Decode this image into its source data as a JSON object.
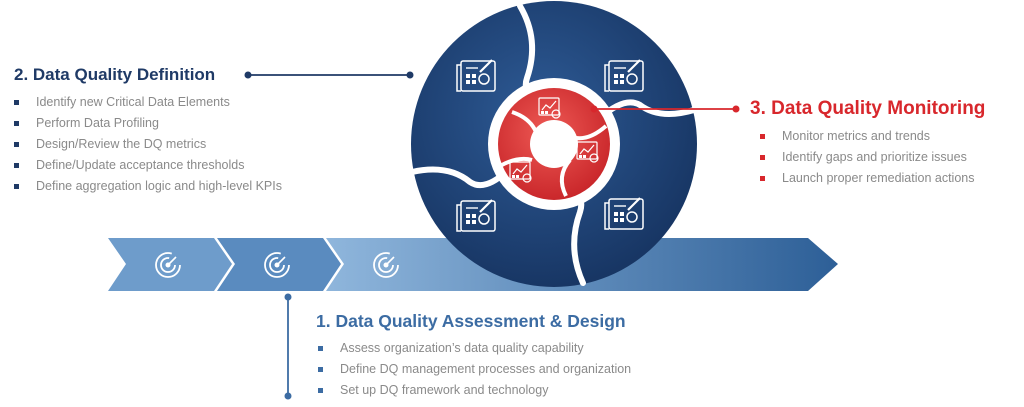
{
  "stages": {
    "definition": {
      "title": "2. Data Quality Definition",
      "items": [
        "Identify new Critical Data Elements",
        "Perform Data Profiling",
        "Design/Review the DQ metrics",
        "Define/Update acceptance thresholds",
        "Define aggregation logic and high-level KPIs"
      ]
    },
    "monitoring": {
      "title": "3. Data Quality Monitoring",
      "items": [
        "Monitor metrics and trends",
        "Identify gaps and prioritize issues",
        "Launch proper remediation actions"
      ]
    },
    "assessment": {
      "title": "1. Data Quality Assessment & Design",
      "items": [
        "Assess organization’s data quality capability",
        "Define DQ management processes and organization",
        "Set up DQ framework and technology"
      ]
    }
  },
  "colors": {
    "navy": "#1f3a66",
    "red": "#d8272c",
    "blue": "#3c6ca3",
    "light_blue": "#6e9ccb"
  },
  "icons": {
    "outer_segments": "blueprint-icon",
    "inner_segments": "report-chart-icon",
    "arrow_chevrons": "radar-target-icon"
  }
}
